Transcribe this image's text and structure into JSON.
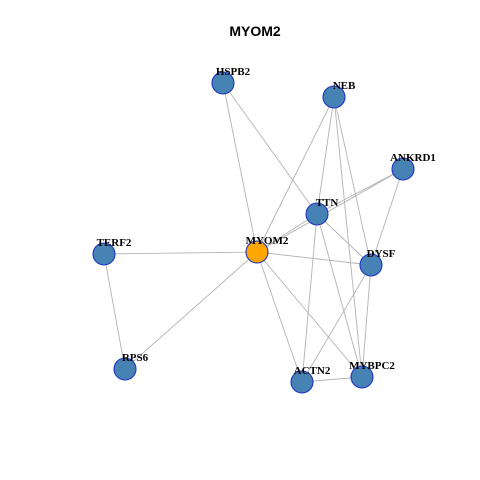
{
  "title": "MYOM2",
  "colors": {
    "hub": "#FFA500",
    "node": "#4682B4",
    "node_border": "#1f35c4",
    "edge": "#b3b3b3"
  },
  "nodes": [
    {
      "id": "HSPB2",
      "label": "HSPB2",
      "hub": false
    },
    {
      "id": "NEB",
      "label": "NEB",
      "hub": false
    },
    {
      "id": "ANKRD1",
      "label": "ANKRD1",
      "hub": false
    },
    {
      "id": "TTN",
      "label": "TTN",
      "hub": false
    },
    {
      "id": "TERF2",
      "label": "TERF2",
      "hub": false
    },
    {
      "id": "MYOM2",
      "label": "MYOM2",
      "hub": true
    },
    {
      "id": "DYSF",
      "label": "DYSF",
      "hub": false
    },
    {
      "id": "RPS6",
      "label": "RPS6",
      "hub": false
    },
    {
      "id": "ACTN2",
      "label": "ACTN2",
      "hub": false
    },
    {
      "id": "MYBPC2",
      "label": "MYBPC2",
      "hub": false
    }
  ],
  "edges": [
    [
      "MYOM2",
      "HSPB2"
    ],
    [
      "MYOM2",
      "NEB"
    ],
    [
      "MYOM2",
      "TTN"
    ],
    [
      "MYOM2",
      "TERF2"
    ],
    [
      "MYOM2",
      "DYSF"
    ],
    [
      "MYOM2",
      "RPS6"
    ],
    [
      "MYOM2",
      "ACTN2"
    ],
    [
      "MYOM2",
      "MYBPC2"
    ],
    [
      "MYOM2",
      "ANKRD1"
    ],
    [
      "HSPB2",
      "TTN"
    ],
    [
      "NEB",
      "TTN"
    ],
    [
      "NEB",
      "DYSF"
    ],
    [
      "NEB",
      "MYBPC2"
    ],
    [
      "ANKRD1",
      "TTN"
    ],
    [
      "ANKRD1",
      "DYSF"
    ],
    [
      "TTN",
      "DYSF"
    ],
    [
      "TTN",
      "ACTN2"
    ],
    [
      "TTN",
      "MYBPC2"
    ],
    [
      "DYSF",
      "ACTN2"
    ],
    [
      "DYSF",
      "MYBPC2"
    ],
    [
      "ACTN2",
      "MYBPC2"
    ],
    [
      "TERF2",
      "RPS6"
    ]
  ]
}
